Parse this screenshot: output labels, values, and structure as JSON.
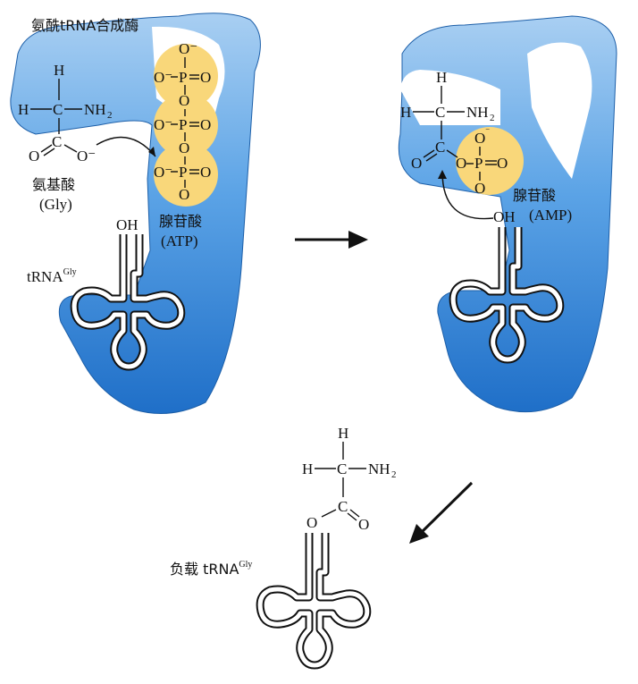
{
  "enzyme_label": "氨酰tRNA合成酶",
  "amino_acid": {
    "name": "氨基酸",
    "abbr": "(Gly)"
  },
  "atp": {
    "name": "腺苷酸",
    "abbr": "(ATP)"
  },
  "amp": {
    "name": "腺苷酸",
    "abbr": "(AMP)"
  },
  "trna": {
    "base": "tRNA",
    "sup": "Gly"
  },
  "charged_trna": {
    "prefix": "负载 tRNA",
    "sup": "Gly"
  },
  "atoms": {
    "H": "H",
    "C": "C",
    "O": "O",
    "P": "P",
    "NH": "NH",
    "sub2": "2",
    "OH": "OH",
    "Ominus": "O⁻",
    "minus": "⁻"
  },
  "colors": {
    "enzyme_blue": "#2c7fd4",
    "enzyme_light": "#9cc6ee",
    "phosphate_yellow": "#f9d77a"
  }
}
